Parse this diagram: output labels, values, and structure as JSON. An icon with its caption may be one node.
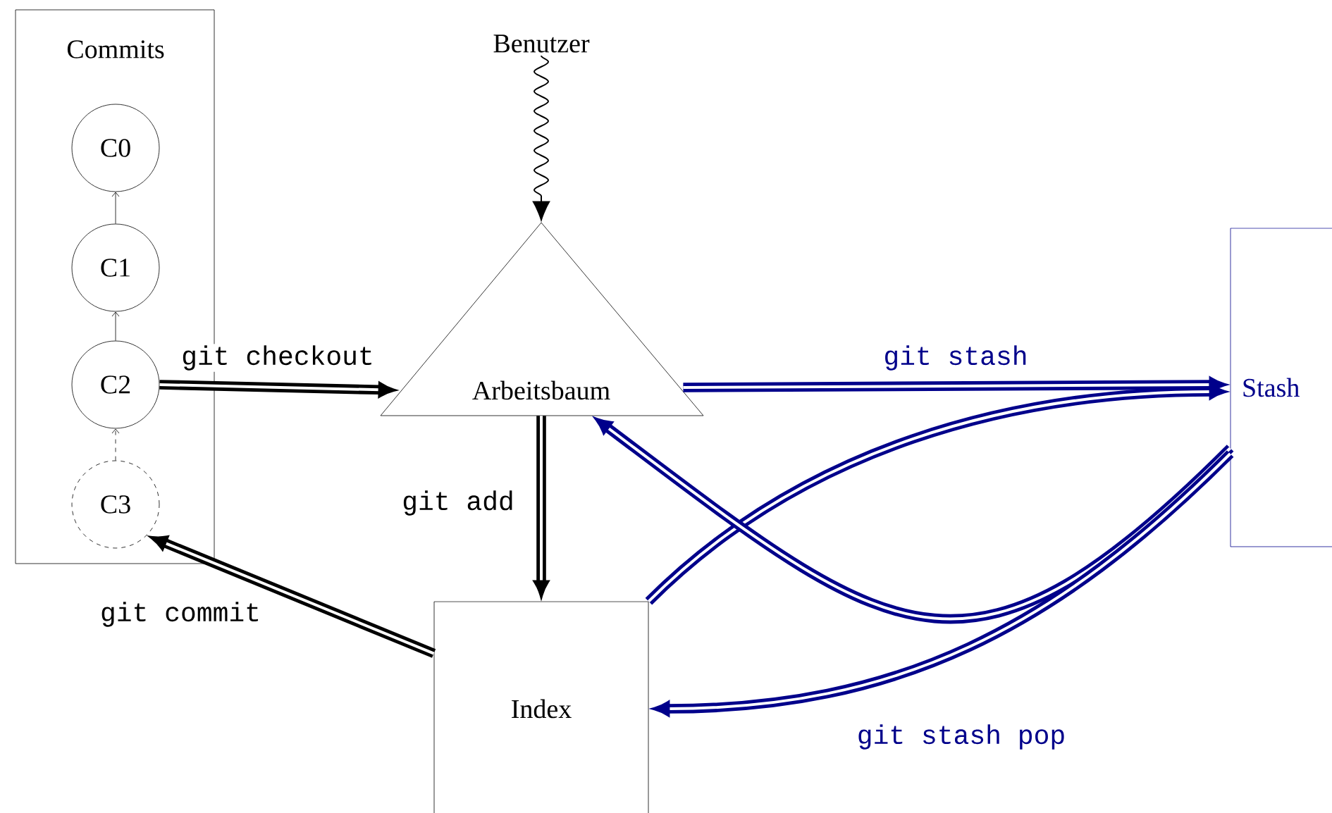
{
  "diagram": {
    "nodes": [
      {
        "text": [
          "Commits"
        ]
      },
      {
        "text": [
          "C0"
        ],
        "in": 0
      },
      {
        "text": [
          "C1"
        ],
        "in": 0
      },
      {
        "text": [
          "C2"
        ],
        "in": 0
      },
      {
        "text": [
          "C3"
        ],
        "in": 0
      },
      {
        "text": [
          "Benutzer"
        ]
      },
      {
        "text": [
          "Arbeitsbaum"
        ]
      },
      {
        "text": [
          "Index"
        ]
      },
      {
        "text": [
          "Stash"
        ]
      }
    ],
    "edges": [
      {
        "from": 2,
        "to": 1,
        "arrow": "to"
      },
      {
        "from": 3,
        "to": 2,
        "arrow": "to"
      },
      {
        "from": 4,
        "to": 3,
        "arrow": "to",
        "style": "dashed"
      },
      {
        "from": 5,
        "to": 6,
        "arrow": "to"
      },
      {
        "from": 3,
        "to": 6,
        "arrow": "to",
        "label": "git checkout"
      },
      {
        "from": 6,
        "to": 7,
        "arrow": "to",
        "label": "git add"
      },
      {
        "from": 7,
        "to": 4,
        "arrow": "to",
        "label": "git commit"
      },
      {
        "from": 6,
        "to": 8,
        "arrow": "to",
        "color": "#00008b",
        "label": "git stash"
      },
      {
        "from": 7,
        "to": 8,
        "arrow": "to",
        "color": "#00008b"
      },
      {
        "from": 8,
        "to": 6,
        "arrow": "to",
        "color": "#00008b"
      },
      {
        "from": 8,
        "to": 7,
        "arrow": "to",
        "color": "#00008b",
        "label": "git stash pop"
      }
    ]
  }
}
